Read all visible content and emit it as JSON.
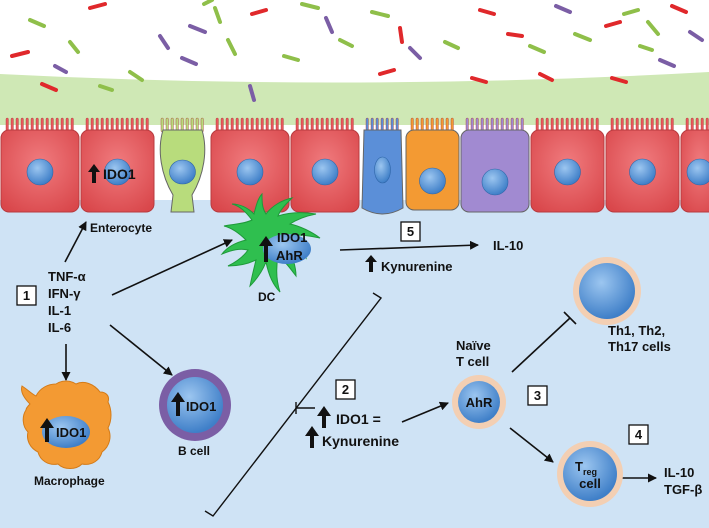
{
  "labels": {
    "enterocyte_ido1": "IDO1",
    "enterocyte": "Enterocyte",
    "dc_ido1": "IDO1",
    "dc_ahr": "AhR",
    "dc": "DC",
    "il10_dc": "IL-10",
    "kynurenine_dc": "Kynurenine",
    "cytokines": [
      "TNF-α",
      "IFN-γ",
      "IL-1",
      "IL-6"
    ],
    "macrophage_ido1": "IDO1",
    "macrophage": "Macrophage",
    "bcell_ido1": "IDO1",
    "bcell": "B cell",
    "ido1_equals": "IDO1 =",
    "kynurenine_center": "Kynurenine",
    "naive_line1": "Naïve",
    "naive_line2": "T cell",
    "tcell_ahr": "AhR",
    "th_line1": "Th1, Th2,",
    "th_line2": "Th17 cells",
    "treg_main": "T",
    "treg_sub": "reg",
    "treg_line2": "cell",
    "treg_out1": "IL-10",
    "treg_out2": "TGF-β"
  },
  "steps": [
    "1",
    "2",
    "3",
    "4",
    "5"
  ],
  "colors": {
    "lumen": "#ffffff",
    "mucus": "#cfe8b5",
    "lamina": "#cfe3f5",
    "enterocyte": "#e8585c",
    "goblet": "#b8dc7c",
    "nucleus": "#5a97d9",
    "dc": "#2fbf4f",
    "macrophage": "#f39a33",
    "bcell_ring": "#7b5ea5",
    "tcell_ring": "#f3cfb3",
    "orange_cell": "#f39a33",
    "blue_cell": "#5b8fd8",
    "purple_cell": "#a18ad1",
    "microbe_red": "#e0282b",
    "microbe_green": "#8fbf4a",
    "microbe_purple": "#7b5ea5"
  }
}
